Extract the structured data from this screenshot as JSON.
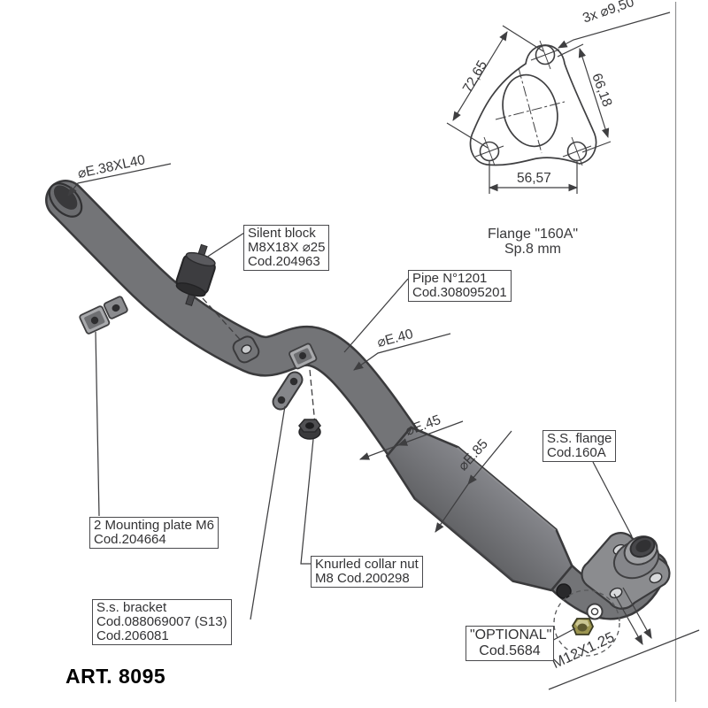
{
  "flange_drawing": {
    "holes_label": "3x ⌀9,50",
    "dim_left": "72,65",
    "dim_right": "66,18",
    "dim_bottom": "56,57",
    "caption": [
      "Flange \"160A\"",
      "Sp.8 mm"
    ]
  },
  "labels": {
    "inlet_dia": "⌀E.38XL40",
    "dia_40": "⌀E.40",
    "dia_45": "⌀E.45",
    "dia_85": "⌀E.85",
    "stud_thread": "M12X1.25",
    "art": "ART. 8095"
  },
  "boxes": {
    "silent_block": [
      "Silent block",
      "M8X18X ⌀25",
      "Cod.204963"
    ],
    "pipe": [
      "Pipe N°1201",
      "Cod.308095201"
    ],
    "ss_flange": [
      "S.S. flange",
      "Cod.160A"
    ],
    "mounting_plate": [
      "2 Mounting plate M6",
      "Cod.204664"
    ],
    "knurled_nut": [
      "Knurled collar nut",
      "M8 Cod.200298"
    ],
    "ss_bracket": [
      "S.s. bracket",
      "Cod.088069007 (S13)",
      "Cod.206081"
    ],
    "optional": [
      "\"OPTIONAL\"",
      "Cod.5684"
    ]
  },
  "colors": {
    "line": "#3f3f41",
    "pipe_gray": "#737477",
    "pipe_outline": "#3a3a3c",
    "background": "#ffffff"
  }
}
